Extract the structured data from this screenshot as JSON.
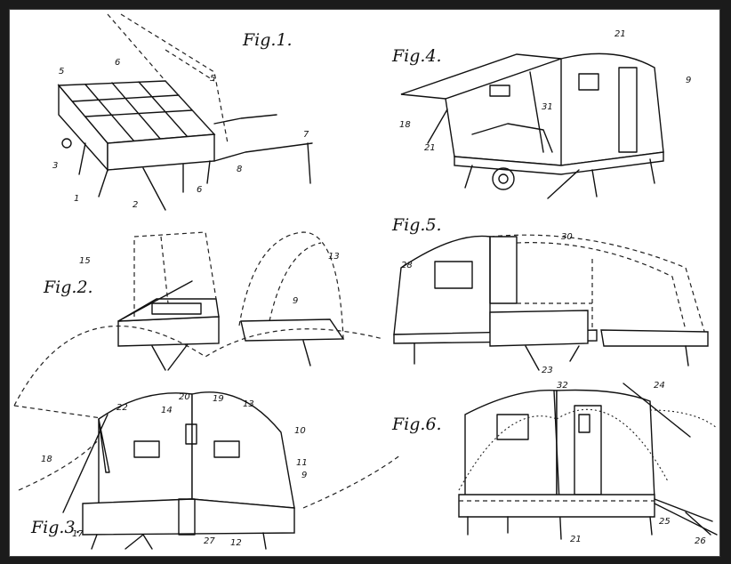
{
  "figures": {
    "fig1": {
      "label": "Fig.1.",
      "refs": [
        "5",
        "6",
        "5",
        "3",
        "1",
        "2",
        "6",
        "8",
        "7"
      ]
    },
    "fig2": {
      "label": "Fig.2.",
      "refs": [
        "15",
        "13",
        "9"
      ]
    },
    "fig3": {
      "label": "Fig.3.",
      "refs": [
        "22",
        "14",
        "20",
        "19",
        "13",
        "18",
        "10",
        "11",
        "9",
        "17",
        "27",
        "12"
      ]
    },
    "fig4": {
      "label": "Fig.4.",
      "refs": [
        "21",
        "9",
        "18",
        "21",
        "31"
      ]
    },
    "fig5": {
      "label": "Fig.5.",
      "refs": [
        "30",
        "28",
        "23"
      ]
    },
    "fig6": {
      "label": "Fig.6.",
      "refs": [
        "32",
        "24",
        "25",
        "21",
        "26"
      ]
    }
  }
}
